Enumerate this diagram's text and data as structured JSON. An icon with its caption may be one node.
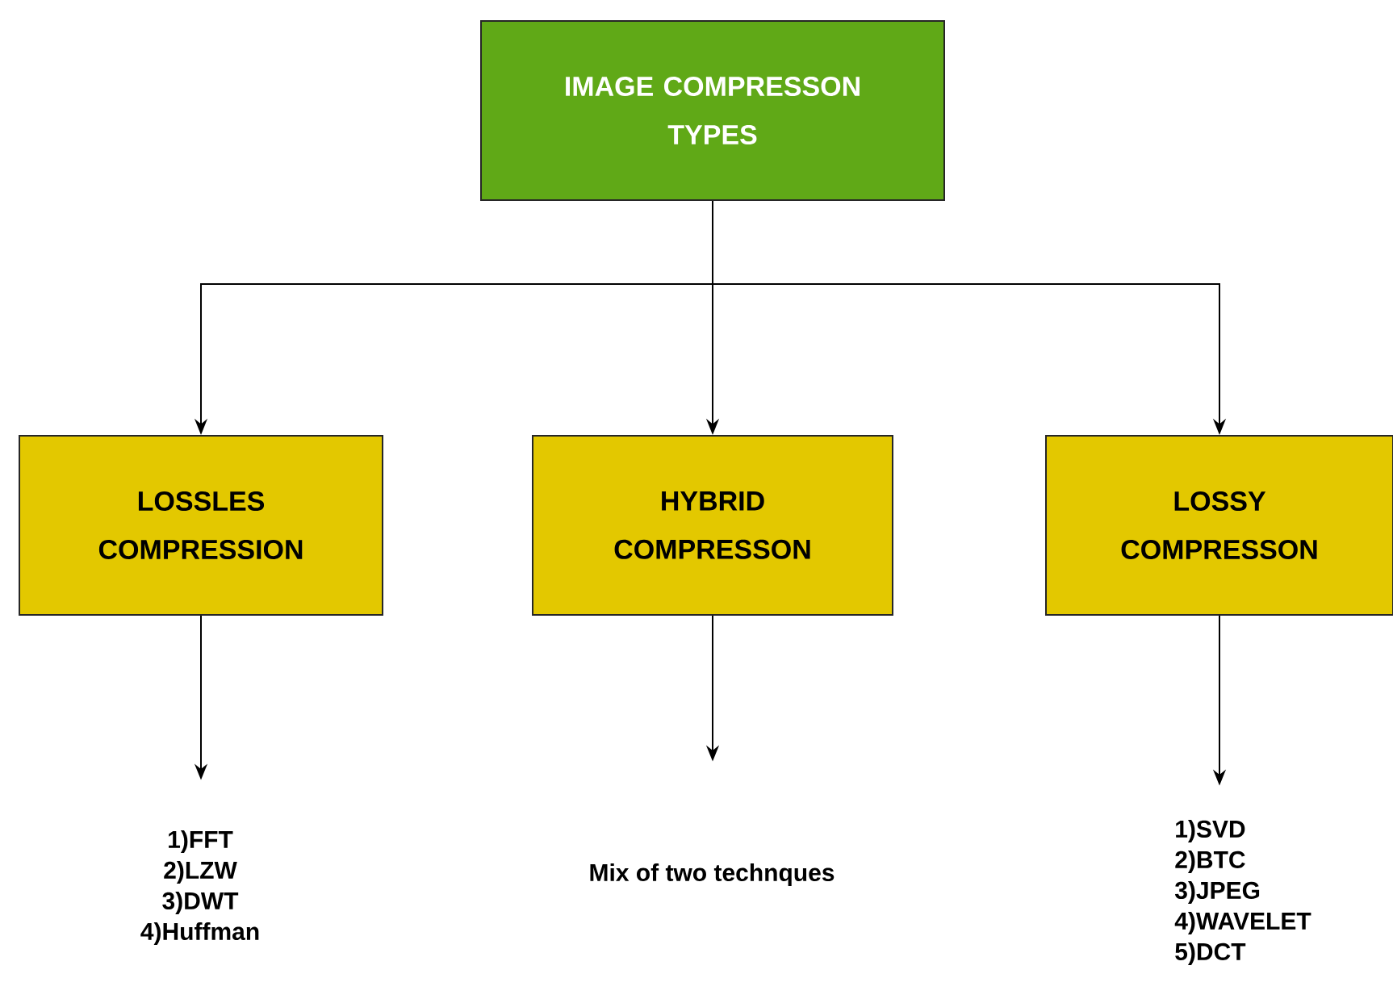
{
  "diagram": {
    "nodes": [
      {
        "text": [
          "IMAGE COMPRESSON TYPES"
        ]
      },
      {
        "text": [
          "LOSSLES COMPRESSION"
        ]
      },
      {
        "text": [
          "HYBRID COMPRESSON"
        ]
      },
      {
        "text": [
          "LOSSY COMPRESSON"
        ]
      },
      {
        "text": [
          "1)FFT",
          "2)LZW",
          "3)DWT",
          "4)Huffman"
        ]
      },
      {
        "text": [
          "Mix of two technques"
        ]
      },
      {
        "text": [
          "1)SVD",
          "2)BTC",
          "3)JPEG",
          "4)WAVELET",
          "5)DCT"
        ]
      }
    ],
    "edges": [
      {
        "from": 0,
        "to": 1,
        "arrow": "to"
      },
      {
        "from": 0,
        "to": 2,
        "arrow": "to"
      },
      {
        "from": 0,
        "to": 3,
        "arrow": "to"
      },
      {
        "from": 1,
        "to": 4,
        "arrow": "to"
      },
      {
        "from": 2,
        "to": 5,
        "arrow": "to"
      },
      {
        "from": 3,
        "to": 6,
        "arrow": "to"
      }
    ]
  }
}
